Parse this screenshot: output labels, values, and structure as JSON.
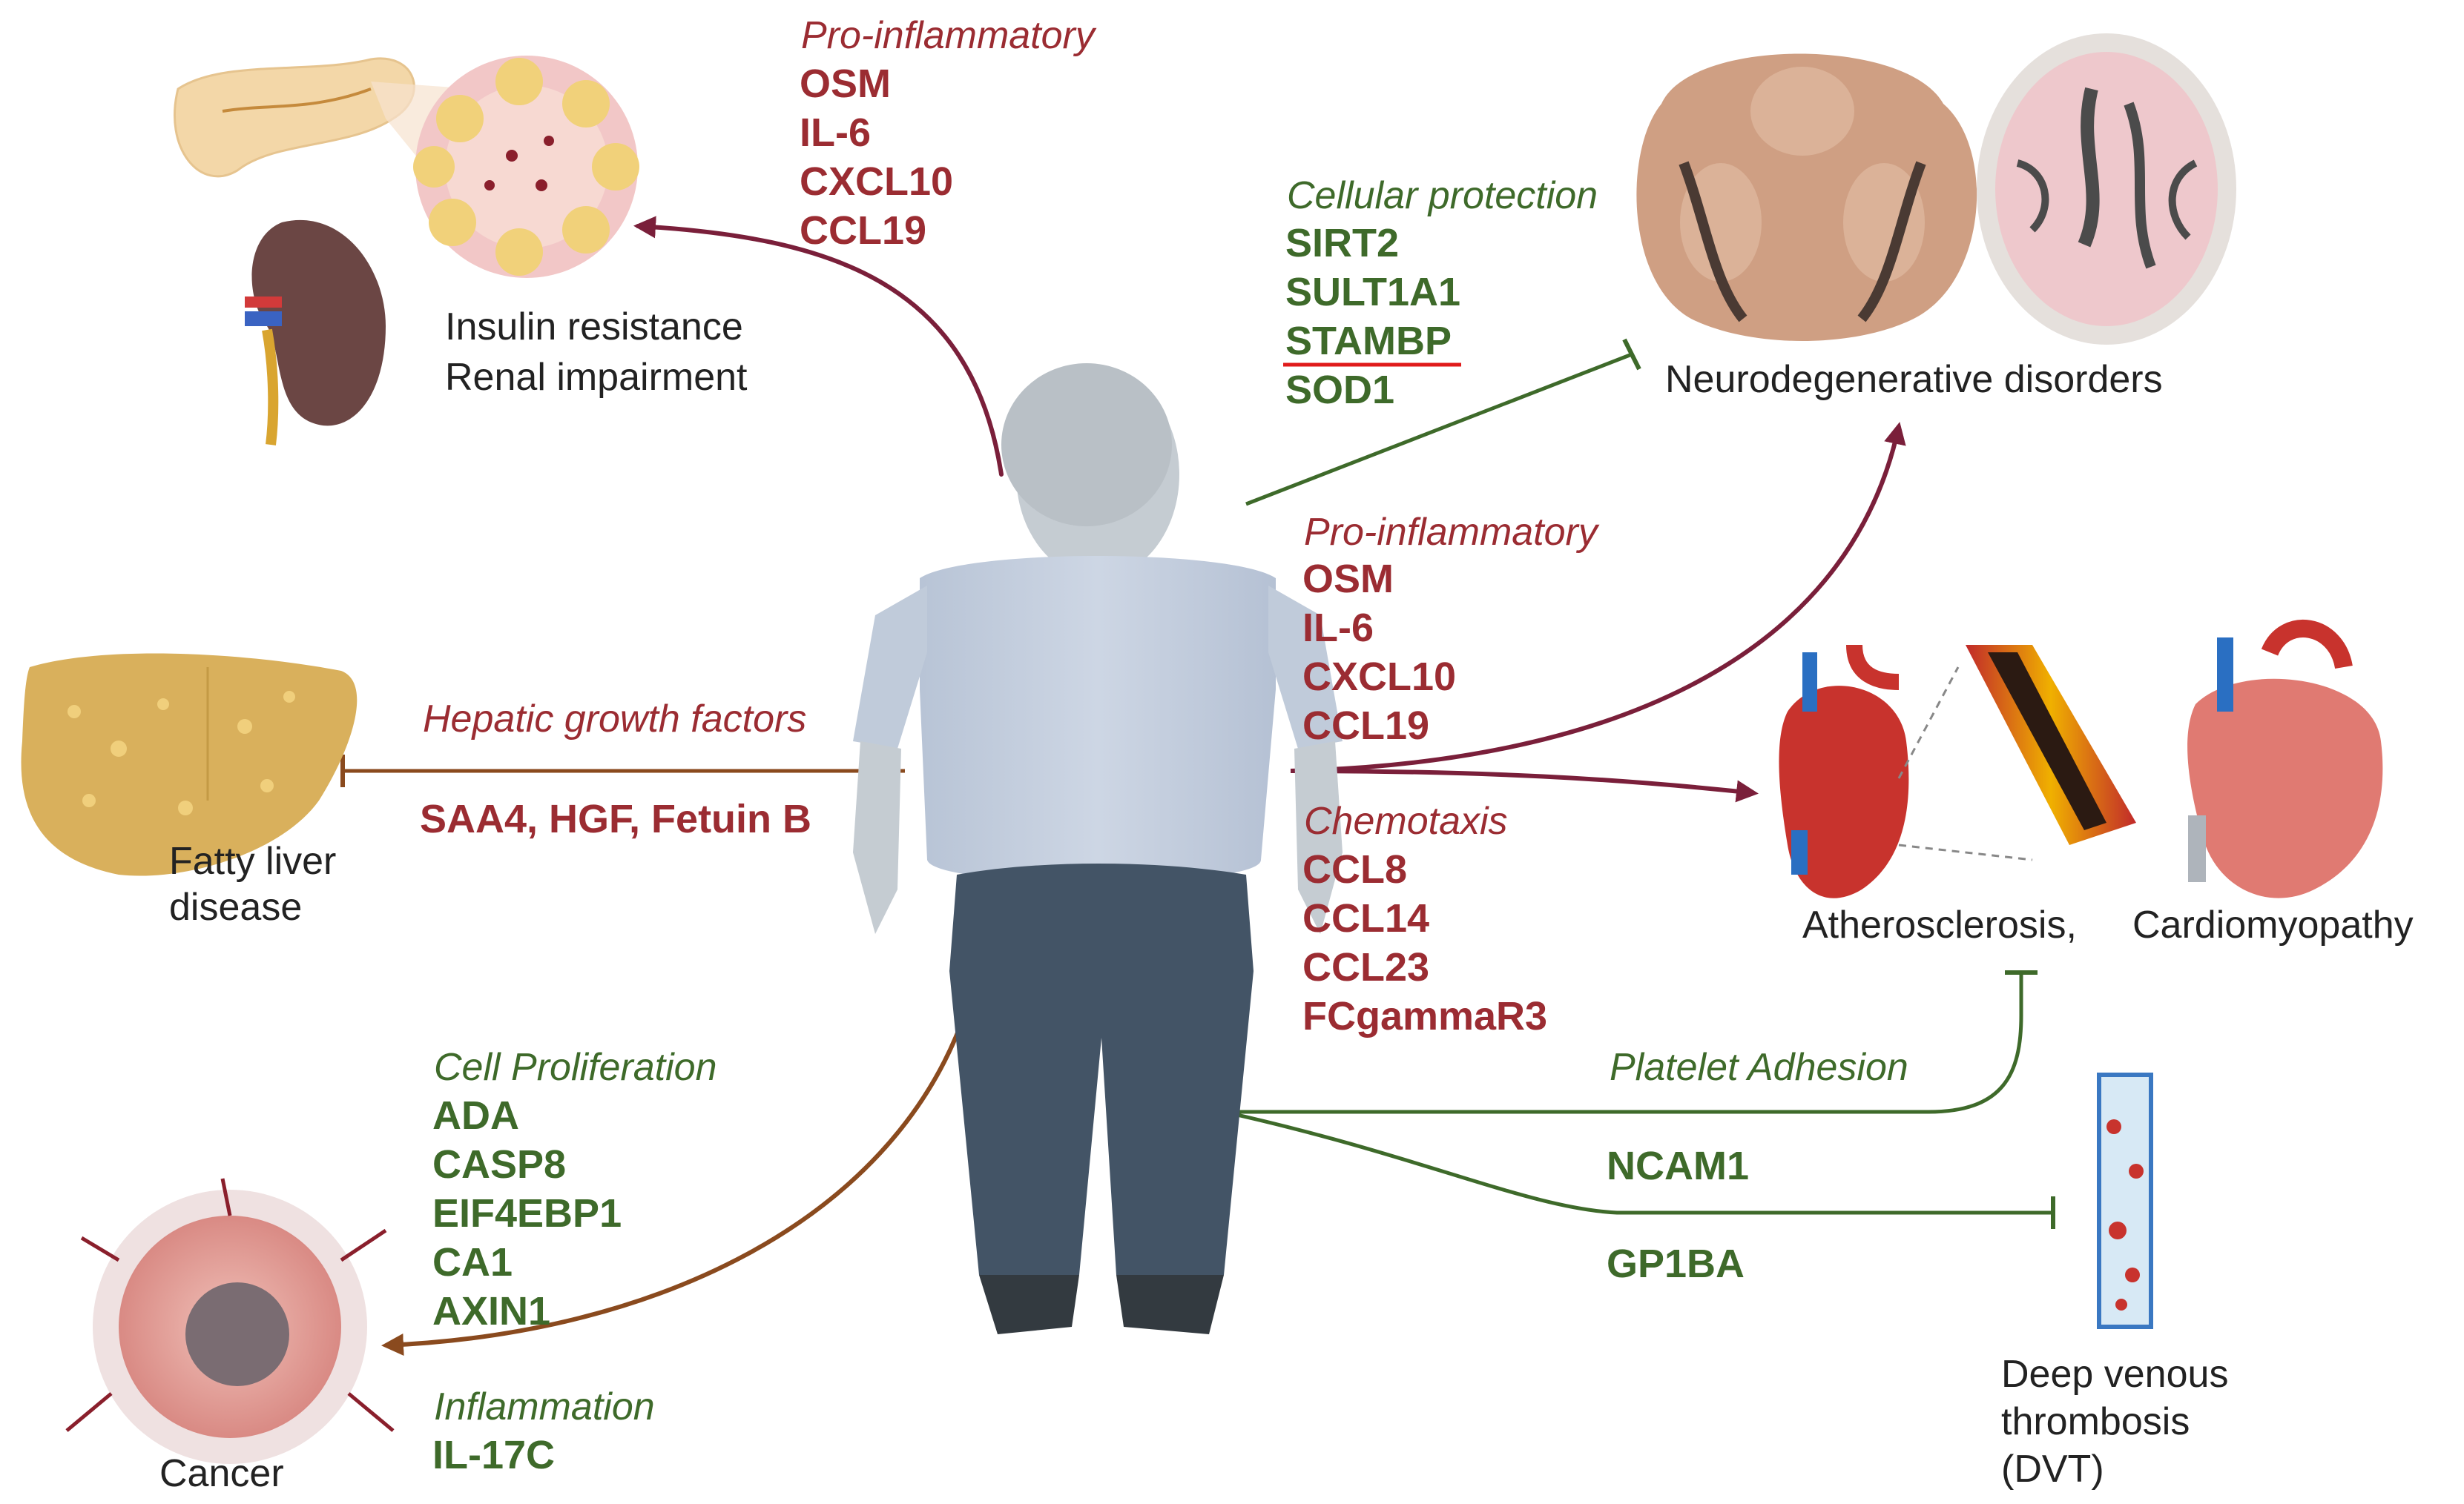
{
  "colors": {
    "pro_inflammatory": "#9b2c32",
    "protective": "#3e6a2a",
    "brown": "#8a4a1e",
    "neutral_text": "#222222",
    "underline": "#e01b1b"
  },
  "top_left": {
    "heading": "Pro-inflammatory",
    "markers": [
      "OSM",
      "IL-6",
      "CXCL10",
      "CCL19"
    ],
    "outcome_lines": [
      "Insulin resistance",
      "Renal impairment"
    ]
  },
  "neuro": {
    "heading": "Cellular protection",
    "markers": [
      "SIRT2",
      "SULT1A1",
      "STAMBP",
      "SOD1"
    ],
    "underlined_marker": "STAMBP",
    "outcome": "Neurodegenerative disorders"
  },
  "center_right": {
    "heading": "Pro-inflammatory",
    "markers": [
      "OSM",
      "IL-6",
      "CXCL10",
      "CCL19"
    ]
  },
  "chemotaxis": {
    "heading": "Chemotaxis",
    "markers": [
      "CCL8",
      "CCL14",
      "CCL23",
      "FCgammaR3"
    ]
  },
  "cardio": {
    "outcome_a": "Atherosclerosis,",
    "outcome_b": "Cardiomyopathy"
  },
  "liver": {
    "heading": "Hepatic growth factors",
    "markers": "SAA4, HGF, Fetuin B",
    "outcome_lines": [
      "Fatty liver",
      "disease"
    ]
  },
  "cancer": {
    "heading": "Cell Proliferation",
    "markers": [
      "ADA",
      "CASP8",
      "EIF4EBP1",
      "CA1",
      "AXIN1"
    ],
    "heading2": "Inflammation",
    "markers2": [
      "IL-17C"
    ],
    "outcome": "Cancer"
  },
  "platelet": {
    "heading": "Platelet Adhesion",
    "marker_a": "NCAM1",
    "marker_b": "GP1BA"
  },
  "dvt": {
    "outcome_lines": [
      "Deep venous",
      "thrombosis",
      "(DVT)"
    ]
  }
}
